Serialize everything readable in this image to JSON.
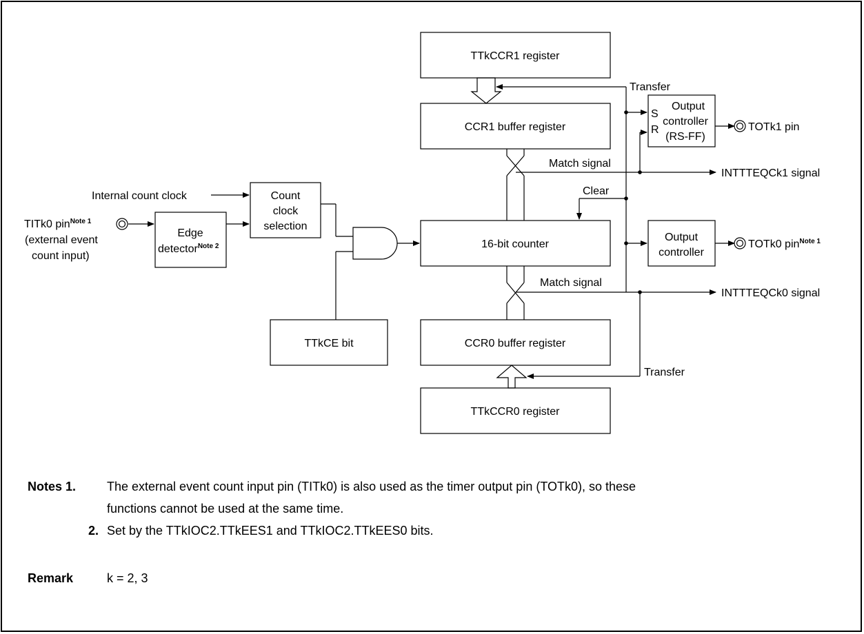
{
  "diagram": {
    "ttkccr1_register": "TTkCCR1 register",
    "ccr1_buffer": "CCR1 buffer register",
    "counter": "16-bit counter",
    "ccr0_buffer": "CCR0 buffer register",
    "ttkccr0_register": "TTkCCR0 register",
    "ttkce_bit": "TTkCE bit",
    "count_clock_selection": [
      "Count",
      "clock",
      "selection"
    ],
    "edge_detector": [
      "Edge",
      "detector",
      "Note 2"
    ],
    "internal_count_clock": "Internal count clock",
    "titk0_pin": [
      "TITk0 pin",
      "Note 1"
    ],
    "external_event": [
      "(external event",
      "count input)"
    ],
    "output_controller_rs": [
      "Output",
      "controller",
      "(RS-FF)"
    ],
    "s_label": "S",
    "r_label": "R",
    "output_controller": [
      "Output",
      "controller"
    ],
    "totk1_pin": "TOTk1 pin",
    "totk0_pin": [
      "TOTk0 pin",
      "Note 1"
    ],
    "transfer_top": "Transfer",
    "transfer_bottom": "Transfer",
    "match_signal_top": "Match signal",
    "match_signal_bottom": "Match signal",
    "clear": "Clear",
    "intteqck1": "INTTTEQCk1 signal",
    "intteqck0": "INTTTEQCk0 signal"
  },
  "notes": {
    "heading": "Notes 1.",
    "note1_line1": "The external event count input pin (TITk0) is also used as the timer output pin (TOTk0), so these",
    "note1_line2": "functions cannot be used at the same time.",
    "note2_num": "2.",
    "note2_text": "Set by the TTkIOC2.TTkEES1 and TTkIOC2.TTkEES0 bits."
  },
  "remark": {
    "heading": "Remark",
    "text": "k = 2, 3"
  }
}
